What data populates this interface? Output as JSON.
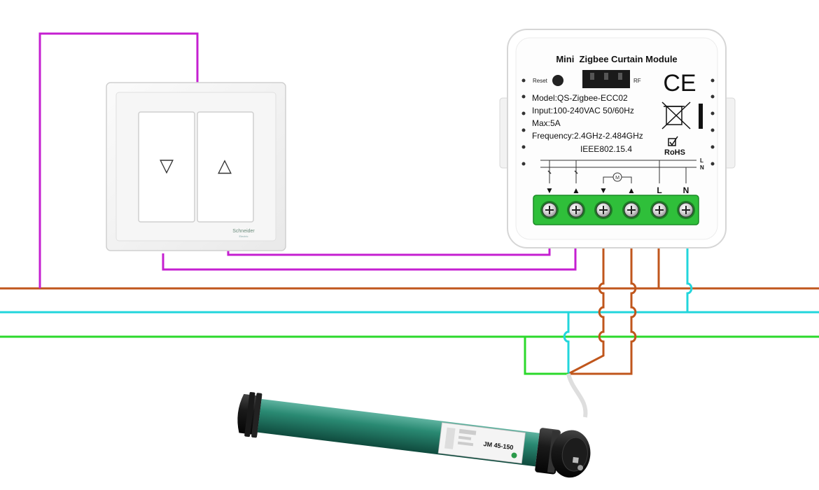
{
  "module": {
    "title": "Mini  Zigbee Curtain Module",
    "reset_label": "Reset",
    "rf_label": "RF",
    "specs": [
      "Model:QS-Zigbee-ECC02",
      "Input:100-240VAC 50/60Hz",
      "Max:5A",
      "Frequency:2.4GHz-2.484GHz"
    ],
    "protocol": "IEEE802.15.4",
    "ce_mark": "CE",
    "rohs_label": "RoHS",
    "bus_labels": [
      "L",
      "N"
    ],
    "motor_symbol": "M",
    "terminal_labels": [
      "▼",
      "▲",
      "▼",
      "▲",
      "L",
      "N"
    ]
  },
  "switch": {
    "brand": "Schneider",
    "brand_sub": "Electric",
    "down_symbol": "▽",
    "up_symbol": "△"
  },
  "motor": {
    "label": "JM 45-150"
  },
  "colors": {
    "live": "#c0561c",
    "neutral": "#22d6dc",
    "earth": "#2bd92b",
    "switch_wire": "#c51fd1",
    "terminal": "#2fbf3a",
    "tube": "#1f6f5e"
  }
}
